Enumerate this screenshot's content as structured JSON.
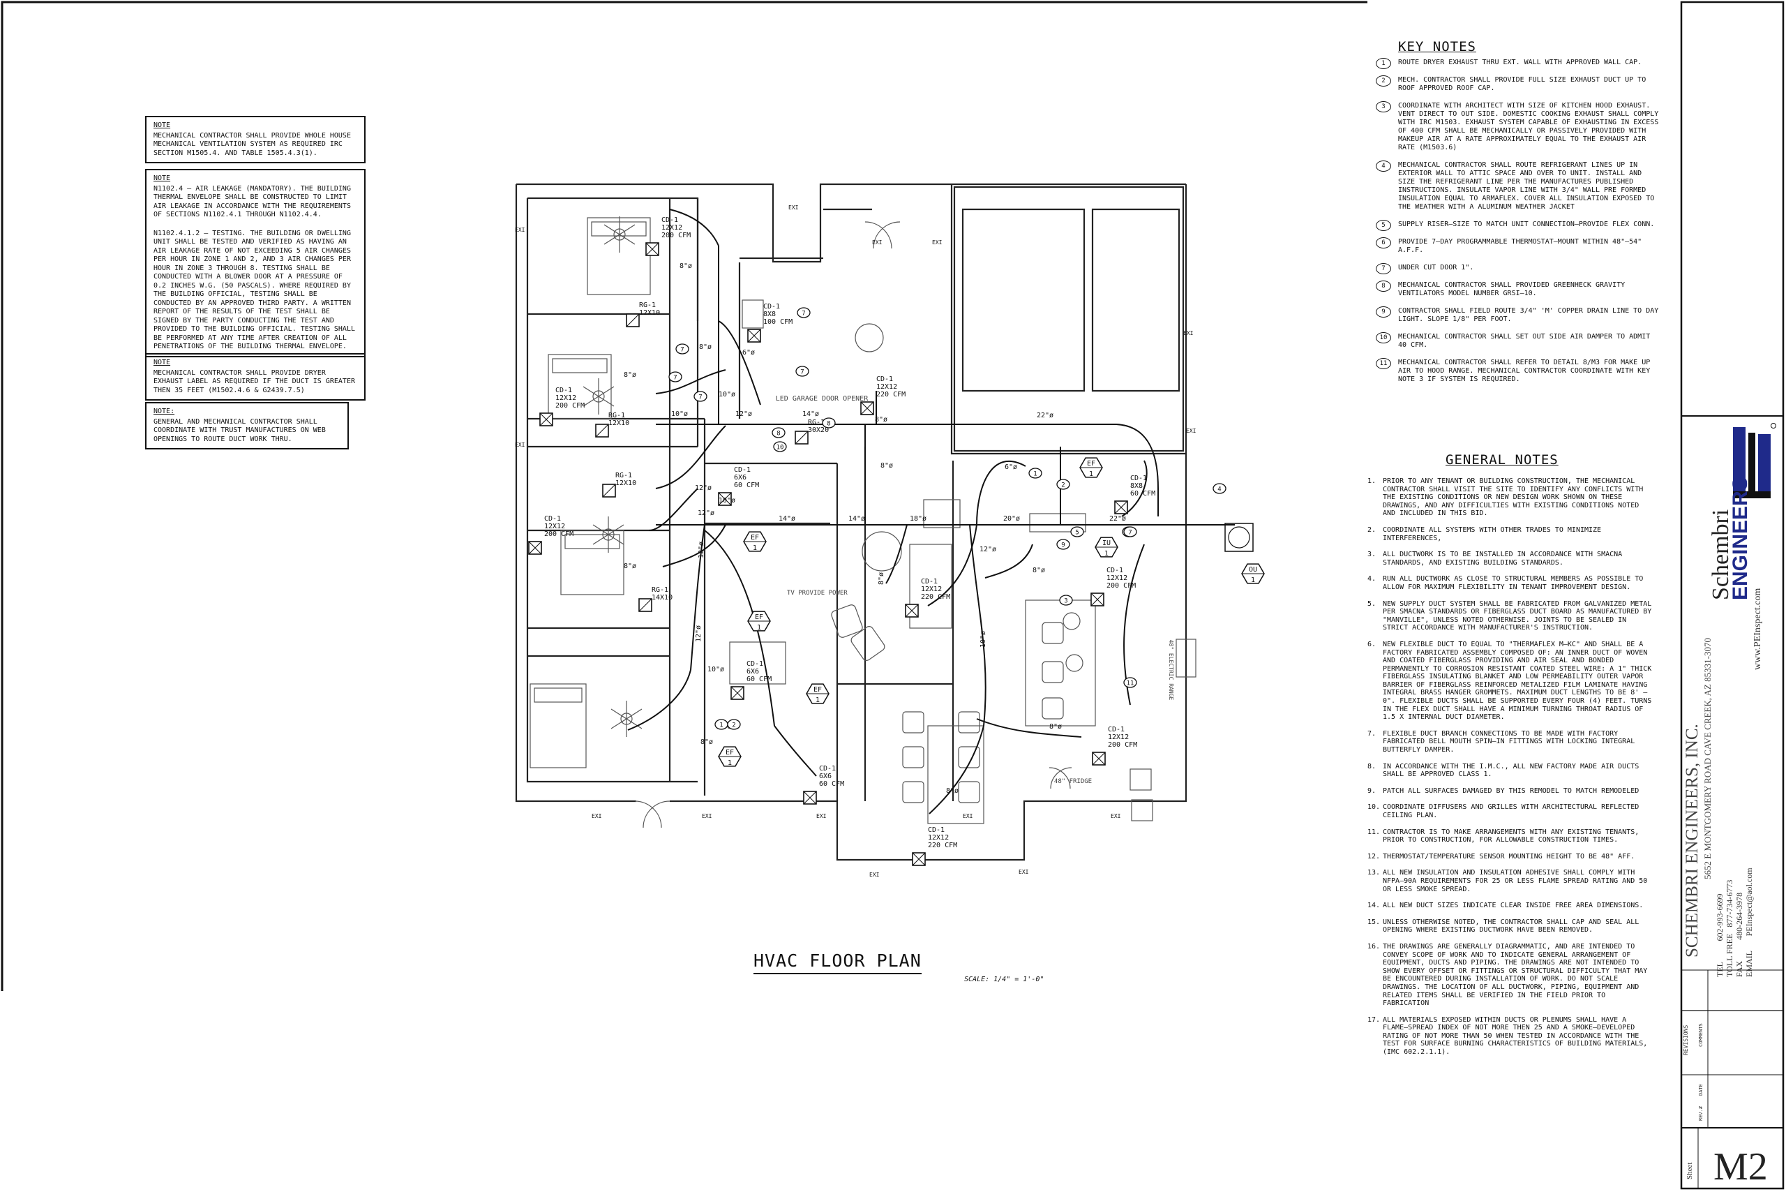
{
  "notes_left": [
    {
      "title": "NOTE",
      "paragraphs": [
        "MECHANICAL CONTRACTOR SHALL PROVIDE WHOLE HOUSE MECHANICAL VENTILATION SYSTEM AS REQUIRED IRC SECTION M1505.4. AND TABLE 1505.4.3(1)."
      ]
    },
    {
      "title": "NOTE",
      "paragraphs": [
        "N1102.4 – AIR LEAKAGE (MANDATORY). THE BUILDING THERMAL ENVELOPE SHALL BE CONSTRUCTED TO LIMIT AIR LEAKAGE IN ACCORDANCE WITH THE REQUIREMENTS OF SECTIONS N1102.4.1 THROUGH N1102.4.4.",
        "N1102.4.1.2 – TESTING. THE BUILDING OR DWELLING UNIT SHALL BE TESTED AND VERIFIED AS HAVING AN AIR LEAKAGE RATE OF NOT EXCEEDING 5 AIR CHANGES PER HOUR IN ZONE 1 AND 2, AND 3 AIR CHANGES PER HOUR IN ZONE 3 THROUGH 8. TESTING SHALL BE CONDUCTED WITH A BLOWER DOOR AT A PRESSURE OF 0.2 INCHES W.G. (50 PASCALS). WHERE REQUIRED BY THE BUILDING OFFICIAL, TESTING SHALL BE CONDUCTED BY AN APPROVED THIRD PARTY. A WRITTEN REPORT OF THE RESULTS OF THE TEST SHALL BE SIGNED BY THE PARTY CONDUCTING THE TEST AND PROVIDED TO THE BUILDING OFFICIAL. TESTING SHALL BE PERFORMED AT ANY TIME AFTER CREATION OF ALL PENETRATIONS OF THE BUILDING THERMAL ENVELOPE."
      ]
    },
    {
      "title": "NOTE",
      "paragraphs": [
        "MECHANICAL CONTRACTOR SHALL PROVIDE DRYER EXHAUST LABEL AS REQUIRED IF THE DUCT IS GREATER THEN 35 FEET (M1502.4.6 & G2439.7.5)"
      ]
    },
    {
      "title": "NOTE:",
      "paragraphs": [
        "GENERAL AND MECHANICAL CONTRACTOR SHALL COORDINATE WITH TRUST MANUFACTURES ON WEB OPENINGS TO ROUTE DUCT WORK THRU."
      ]
    }
  ],
  "key_notes": {
    "title": "KEY NOTES",
    "items": [
      {
        "num": "1",
        "text": "ROUTE DRYER EXHAUST THRU EXT. WALL WITH APPROVED WALL CAP."
      },
      {
        "num": "2",
        "text": "MECH.     CONTRACTOR SHALL PROVIDE FULL SIZE EXHAUST DUCT UP TO ROOF APPROVED ROOF CAP."
      },
      {
        "num": "3",
        "text": "COORDINATE WITH ARCHITECT WITH SIZE OF KITCHEN HOOD EXHAUST. VENT DIRECT TO OUT SIDE. DOMESTIC COOKING EXHAUST SHALL COMPLY WITH IRC M1503. EXHAUST SYSTEM CAPABLE OF EXHAUSTING IN EXCESS OF 400 CFM SHALL BE MECHANICALLY OR PASSIVELY PROVIDED WITH MAKEUP AIR AT A RATE APPROXIMATELY EQUAL TO THE EXHAUST AIR RATE (M1503.6)"
      },
      {
        "num": "4",
        "text": "MECHANICAL CONTRACTOR SHALL ROUTE REFRIGERANT LINES UP IN EXTERIOR WALL TO ATTIC SPACE AND OVER TO UNIT. INSTALL AND SIZE THE REFRIGERANT LINE PER THE MANUFACTURES PUBLISHED INSTRUCTIONS. INSULATE VAPOR LINE WITH 3/4\" WALL PRE FORMED INSULATION EQUAL TO ARMAFLEX. COVER ALL INSULATION EXPOSED TO THE WEATHER WITH A ALUMINUM WEATHER JACKET"
      },
      {
        "num": "5",
        "text": "SUPPLY RISER–SIZE TO MATCH UNIT CONNECTION–PROVIDE FLEX CONN."
      },
      {
        "num": "6",
        "text": "PROVIDE 7–DAY PROGRAMMABLE THERMOSTAT–MOUNT WITHIN 48\"–54\" A.F.F."
      },
      {
        "num": "7",
        "text": "UNDER CUT DOOR 1\"."
      },
      {
        "num": "8",
        "text": "MECHANICAL CONTRACTOR SHALL PROVIDED GREENHECK GRAVITY VENTILATORS MODEL NUMBER GRSI–10."
      },
      {
        "num": "9",
        "text": "CONTRACTOR SHALL FIELD ROUTE 3/4\" 'M' COPPER DRAIN LINE TO DAY LIGHT. SLOPE 1/8\" PER FOOT."
      },
      {
        "num": "10",
        "text": "MECHANICAL CONTRACTOR SHALL SET OUT SIDE AIR DAMPER TO ADMIT 40 CFM."
      },
      {
        "num": "11",
        "text": "MECHANICAL CONTRACTOR SHALL REFER TO DETAIL 8/M3 FOR MAKE UP AIR TO HOOD RANGE. MECHANICAL CONTRACTOR COORDINATE WITH KEY NOTE 3 IF SYSTEM IS REQUIRED."
      }
    ]
  },
  "general_notes": {
    "title": "GENERAL NOTES",
    "items": [
      {
        "num": "1.",
        "text": "PRIOR TO ANY TENANT OR BUILDING CONSTRUCTION, THE MECHANICAL CONTRACTOR SHALL VISIT THE SITE TO IDENTIFY ANY CONFLICTS WITH THE EXISTING CONDITIONS OR NEW DESIGN WORK SHOWN ON THESE DRAWINGS, AND ANY DIFFICULTIES WITH EXISTING CONDITIONS NOTED AND INCLUDED IN THIS BID."
      },
      {
        "num": "2.",
        "text": "COORDINATE ALL SYSTEMS WITH OTHER TRADES TO MINIMIZE INTERFERENCES,"
      },
      {
        "num": "3.",
        "text": "ALL DUCTWORK IS TO BE INSTALLED IN ACCORDANCE WITH SMACNA STANDARDS, AND EXISTING BUILDING STANDARDS."
      },
      {
        "num": "4.",
        "text": "RUN ALL DUCTWORK AS CLOSE TO STRUCTURAL MEMBERS AS POSSIBLE TO ALLOW FOR MAXIMUM FLEXIBILITY IN TENANT IMPROVEMENT DESIGN."
      },
      {
        "num": "5.",
        "text": "NEW SUPPLY DUCT SYSTEM SHALL BE FABRICATED FROM GALVANIZED METAL PER SMACNA STANDARDS OR FIBERGLASS DUCT BOARD AS MANUFACTURED BY \"MANVILLE\", UNLESS NOTED OTHERWISE. JOINTS TO BE SEALED IN STRICT ACCORDANCE WITH MANUFACTURER'S INSTRUCTION."
      },
      {
        "num": "6.",
        "text": "NEW FLEXIBLE DUCT TO EQUAL TO \"THERMAFLEX M–KC\" AND SHALL BE A FACTORY FABRICATED ASSEMBLY COMPOSED OF: AN INNER DUCT OF WOVEN AND COATED FIBERGLASS PROVIDING AND AIR SEAL AND BONDED PERMANENTLY TO CORROSION RESISTANT COATED STEEL WIRE: A 1\" THICK FIBERGLASS INSULATING BLANKET AND LOW PERMEABILITY OUTER VAPOR BARRIER OF FIBERGLASS REINFORCED METALIZED FILM LAMINATE HAVING INTEGRAL BRASS HANGER GROMMETS. MAXIMUM DUCT LENGTHS TO BE 8' – 0\". FLEXIBLE DUCTS SHALL BE SUPPORTED EVERY FOUR (4) FEET. TURNS IN THE FLEX DUCT SHALL HAVE A MINIMUM TURNING THROAT RADIUS OF 1.5 X INTERNAL DUCT DIAMETER."
      },
      {
        "num": "7.",
        "text": "FLEXIBLE DUCT BRANCH CONNECTIONS TO BE MADE WITH FACTORY FABRICATED BELL MOUTH SPIN–IN FITTINGS WITH LOCKING INTEGRAL BUTTERFLY DAMPER."
      },
      {
        "num": "8.",
        "text": "IN ACCORDANCE WITH THE I.M.C., ALL NEW FACTORY MADE AIR DUCTS SHALL BE APPROVED CLASS 1."
      },
      {
        "num": "9.",
        "text": "PATCH ALL SURFACES DAMAGED BY THIS REMODEL TO MATCH REMODELED"
      },
      {
        "num": "10.",
        "text": "COORDINATE DIFFUSERS AND GRILLES WITH ARCHITECTURAL REFLECTED CEILING PLAN."
      },
      {
        "num": "11.",
        "text": "CONTRACTOR IS TO MAKE ARRANGEMENTS WITH ANY EXISTING TENANTS, PRIOR TO CONSTRUCTION, FOR ALLOWABLE CONSTRUCTION TIMES."
      },
      {
        "num": "12.",
        "text": "THERMOSTAT/TEMPERATURE SENSOR MOUNTING HEIGHT TO BE 48\" AFF."
      },
      {
        "num": "13.",
        "text": "ALL NEW INSULATION AND INSULATION ADHESIVE SHALL COMPLY WITH NFPA–90A REQUIREMENTS FOR 25 OR LESS FLAME SPREAD RATING AND 50 OR LESS SMOKE SPREAD."
      },
      {
        "num": "14.",
        "text": "ALL NEW DUCT SIZES INDICATE CLEAR INSIDE FREE AREA DIMENSIONS."
      },
      {
        "num": "15.",
        "text": "UNLESS OTHERWISE NOTED, THE CONTRACTOR SHALL CAP AND SEAL ALL OPENING WHERE EXISTING DUCTWORK HAVE BEEN REMOVED."
      },
      {
        "num": "16.",
        "text": "THE DRAWINGS ARE GENERALLY DIAGRAMMATIC, AND ARE INTENDED TO CONVEY SCOPE OF WORK AND TO INDICATE GENERAL ARRANGEMENT OF EQUIPMENT, DUCTS AND PIPING. THE DRAWINGS ARE NOT INTENDED TO SHOW EVERY OFFSET OR FITTINGS OR STRUCTURAL DIFFICULTY THAT MAY BE ENCOUNTERED DURING INSTALLATION OF WORK. DO NOT SCALE DRAWINGS. THE LOCATION OF ALL DUCTWORK, PIPING, EQUIPMENT AND RELATED ITEMS SHALL BE VERIFIED IN THE FIELD PRIOR TO FABRICATION"
      },
      {
        "num": "17.",
        "text": "ALL MATERIALS EXPOSED WITHIN DUCTS OR PLENUMS SHALL HAVE A FLAME–SPREAD INDEX OF NOT MORE THEN 25 AND A SMOKE–DEVELOPED RATING OF NOT MORE THAN 50 WHEN TESTED IN ACCORDANCE WITH THE TEST FOR SURFACE BURNING CHARACTERISTICS OF BUILDING MATERIALS, (IMC 602.2.1.1)."
      }
    ]
  },
  "plan": {
    "title": "HVAC FLOOR PLAN",
    "scale": "SCALE: 1/4\" = 1'-0\"",
    "room_labels": {
      "garage_door": "LED GARAGE DOOR OPENER",
      "tv": "TV PROVIDE POWER",
      "range": "48\" ELECTRIC RANGE",
      "fridge": "48\" FRIDGE"
    },
    "diffusers": [
      {
        "tag": "CD-1",
        "size": "12X12",
        "cfm": "200 CFM"
      },
      {
        "tag": "CD-1",
        "size": "8X8",
        "cfm": "100 CFM"
      },
      {
        "tag": "CD-1",
        "size": "12X12",
        "cfm": "220 CFM"
      },
      {
        "tag": "CD-1",
        "size": "12X12",
        "cfm": "200 CFM"
      },
      {
        "tag": "CD-1",
        "size": "6X6",
        "cfm": "60 CFM"
      },
      {
        "tag": "CD-1",
        "size": "12X12",
        "cfm": "200 CFM"
      },
      {
        "tag": "CD-1",
        "size": "12X12",
        "cfm": "220 CFM"
      },
      {
        "tag": "CD-1",
        "size": "6X6",
        "cfm": "60 CFM"
      },
      {
        "tag": "CD-1",
        "size": "8X8",
        "cfm": "60 CFM"
      },
      {
        "tag": "CD-1",
        "size": "12X12",
        "cfm": "200 CFM"
      },
      {
        "tag": "CD-1",
        "size": "12X12",
        "cfm": "200 CFM"
      },
      {
        "tag": "CD-1",
        "size": "6X6",
        "cfm": "60 CFM"
      },
      {
        "tag": "CD-1",
        "size": "12X12",
        "cfm": "220 CFM"
      }
    ],
    "grilles": [
      {
        "tag": "RG-1",
        "size": "12X10"
      },
      {
        "tag": "RG-1",
        "size": "12X10"
      },
      {
        "tag": "RG-1",
        "size": "30X20"
      },
      {
        "tag": "RG-1",
        "size": "12X10"
      },
      {
        "tag": "RG-1",
        "size": "14X10"
      }
    ],
    "duct_sizes": [
      "8\"ø",
      "8\"ø",
      "6\"ø",
      "10\"ø",
      "8\"ø",
      "12\"ø",
      "14\"ø",
      "22\"ø",
      "8\"ø",
      "10\"ø",
      "12\"ø",
      "14\"ø",
      "14\"ø",
      "18\"ø",
      "20\"ø",
      "22\"ø",
      "6\"ø",
      "10\"ø",
      "8\"ø",
      "8\"ø",
      "12\"ø",
      "8\"ø",
      "8\"ø",
      "12\"ø",
      "12\"ø",
      "10\"ø",
      "6\"ø",
      "8\"ø",
      "8\"ø",
      "10\"ø",
      "12\"ø",
      "8\"ø"
    ],
    "equipment": [
      {
        "tag": "EF",
        "num": "1"
      },
      {
        "tag": "EF",
        "num": "1"
      },
      {
        "tag": "EF",
        "num": "1"
      },
      {
        "tag": "EF",
        "num": "1"
      },
      {
        "tag": "EF",
        "num": "1"
      },
      {
        "tag": "IU",
        "num": "1"
      },
      {
        "tag": "OU",
        "num": "1"
      }
    ],
    "exi": "EXI",
    "key_markers": [
      "7",
      "7",
      "7",
      "7",
      "7",
      "7",
      "8",
      "10",
      "8",
      "1",
      "2",
      "3",
      "5",
      "7",
      "9",
      "4",
      "11",
      "1",
      "2"
    ]
  },
  "title_block": {
    "firm_name": "SCHEMBRI ENGINEERS, INC.",
    "address": "5652 E MONTGOMERY ROAD CAVE CREEK, AZ 85331-3070",
    "phones": [
      "TEL          602-993-6699",
      "TOLL FREE   877-734-6773",
      "FAX          480-264-3978",
      "EMAIL       PEInspect@aol.com"
    ],
    "website": "www.PEInspect.com",
    "logo_word1": "Schembri",
    "logo_word2": "ENGINEERS",
    "revisions": "REVISIONS",
    "rev_cols": [
      "REV.#",
      "DATE",
      "COMMENTS"
    ],
    "sheet_label": "Sheet",
    "sheet_number": "M2",
    "colors": {
      "logo_blue": "#1f2a8a",
      "logo_black": "#111111"
    }
  }
}
